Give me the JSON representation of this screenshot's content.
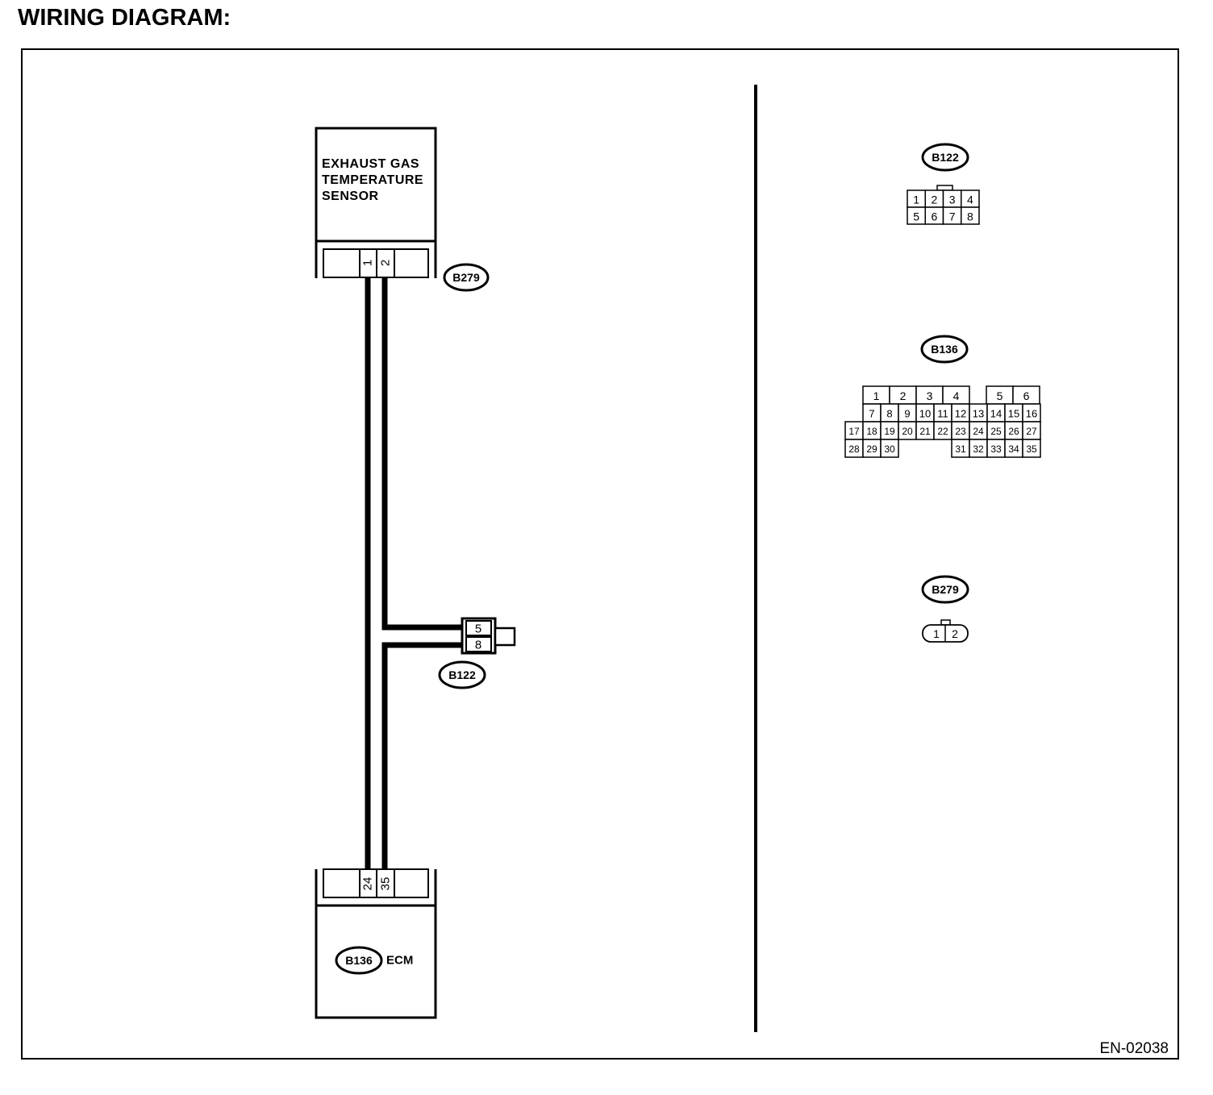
{
  "page_title": "WIRING DIAGRAM:",
  "figure_code": "EN-02038",
  "sensor": {
    "label_lines": [
      "EXHAUST GAS",
      "TEMPERATURE",
      "SENSOR"
    ],
    "connector": "B279",
    "pins": [
      "1",
      "2"
    ]
  },
  "ecm": {
    "connector": "B136",
    "label": "ECM",
    "pins": [
      "24",
      "35"
    ]
  },
  "inline_connector": {
    "connector": "B122",
    "pins": [
      "5",
      "8"
    ]
  },
  "connector_views": {
    "b122": {
      "label": "B122",
      "rows": [
        [
          "1",
          "2",
          "3",
          "4"
        ],
        [
          "5",
          "6",
          "7",
          "8"
        ]
      ]
    },
    "b136": {
      "label": "B136",
      "row1": [
        "1",
        "2",
        "3",
        "4",
        "5",
        "6"
      ],
      "row2": [
        "7",
        "8",
        "9",
        "10",
        "11",
        "12",
        "13",
        "14",
        "15",
        "16"
      ],
      "row3": [
        "17",
        "18",
        "19",
        "20",
        "21",
        "22",
        "23",
        "24",
        "25",
        "26",
        "27"
      ],
      "row4": [
        "28",
        "29",
        "30",
        "31",
        "32",
        "33",
        "34",
        "35"
      ]
    },
    "b279": {
      "label": "B279",
      "pins": [
        "1",
        "2"
      ]
    }
  }
}
